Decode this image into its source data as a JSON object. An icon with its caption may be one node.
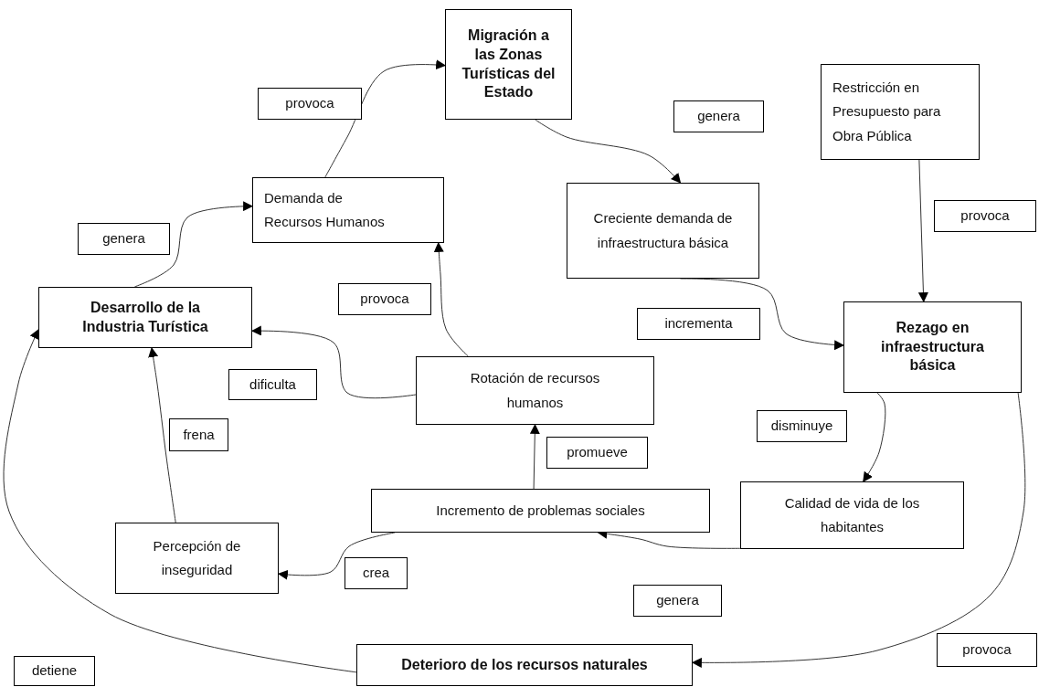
{
  "diagram": {
    "nodes": [
      {
        "text": [
          "Migración a las Zonas Turísticas del Estado"
        ]
      },
      {
        "text": [
          "Restricción en Presupuesto para Obra Pública"
        ]
      },
      {
        "text": [
          "provoca"
        ]
      },
      {
        "text": [
          "genera"
        ]
      },
      {
        "text": [
          "Demanda de Recursos Humanos"
        ]
      },
      {
        "text": [
          "Creciente demanda de infraestructura básica"
        ]
      },
      {
        "text": [
          "provoca"
        ]
      },
      {
        "text": [
          "genera"
        ]
      },
      {
        "text": [
          "provoca"
        ]
      },
      {
        "text": [
          "Desarrollo de la Industria Turística"
        ]
      },
      {
        "text": [
          "Rezago en infraestructura básica"
        ]
      },
      {
        "text": [
          "incrementa"
        ]
      },
      {
        "text": [
          "Rotación de recursos humanos"
        ]
      },
      {
        "text": [
          "dificulta"
        ]
      },
      {
        "text": [
          "disminuye"
        ]
      },
      {
        "text": [
          "frena"
        ]
      },
      {
        "text": [
          "promueve"
        ]
      },
      {
        "text": [
          "Calidad de vida de los habitantes"
        ]
      },
      {
        "text": [
          "Incremento de problemas sociales"
        ]
      },
      {
        "text": [
          "Percepción de inseguridad"
        ]
      },
      {
        "text": [
          "crea"
        ]
      },
      {
        "text": [
          "genera"
        ]
      },
      {
        "text": [
          "provoca"
        ]
      },
      {
        "text": [
          "Deterioro de los recursos naturales"
        ]
      },
      {
        "text": [
          "detiene"
        ]
      }
    ],
    "edges": [
      {
        "from": 4,
        "to": 0,
        "arrow": "to"
      },
      {
        "from": 0,
        "to": 5,
        "arrow": "to"
      },
      {
        "from": 1,
        "to": 10,
        "arrow": "to"
      },
      {
        "from": 5,
        "to": 10,
        "arrow": "to"
      },
      {
        "from": 9,
        "to": 4,
        "arrow": "to"
      },
      {
        "from": 12,
        "to": 4,
        "arrow": "to"
      },
      {
        "from": 12,
        "to": 9,
        "arrow": "to"
      },
      {
        "from": 18,
        "to": 12,
        "arrow": "to"
      },
      {
        "from": 10,
        "to": 17,
        "arrow": "to"
      },
      {
        "from": 17,
        "to": 18,
        "arrow": "to"
      },
      {
        "from": 18,
        "to": 19,
        "arrow": "to"
      },
      {
        "from": 19,
        "to": 9,
        "arrow": "to"
      },
      {
        "from": 10,
        "to": 23,
        "arrow": "to"
      },
      {
        "from": 23,
        "to": 9,
        "arrow": "to"
      }
    ]
  }
}
